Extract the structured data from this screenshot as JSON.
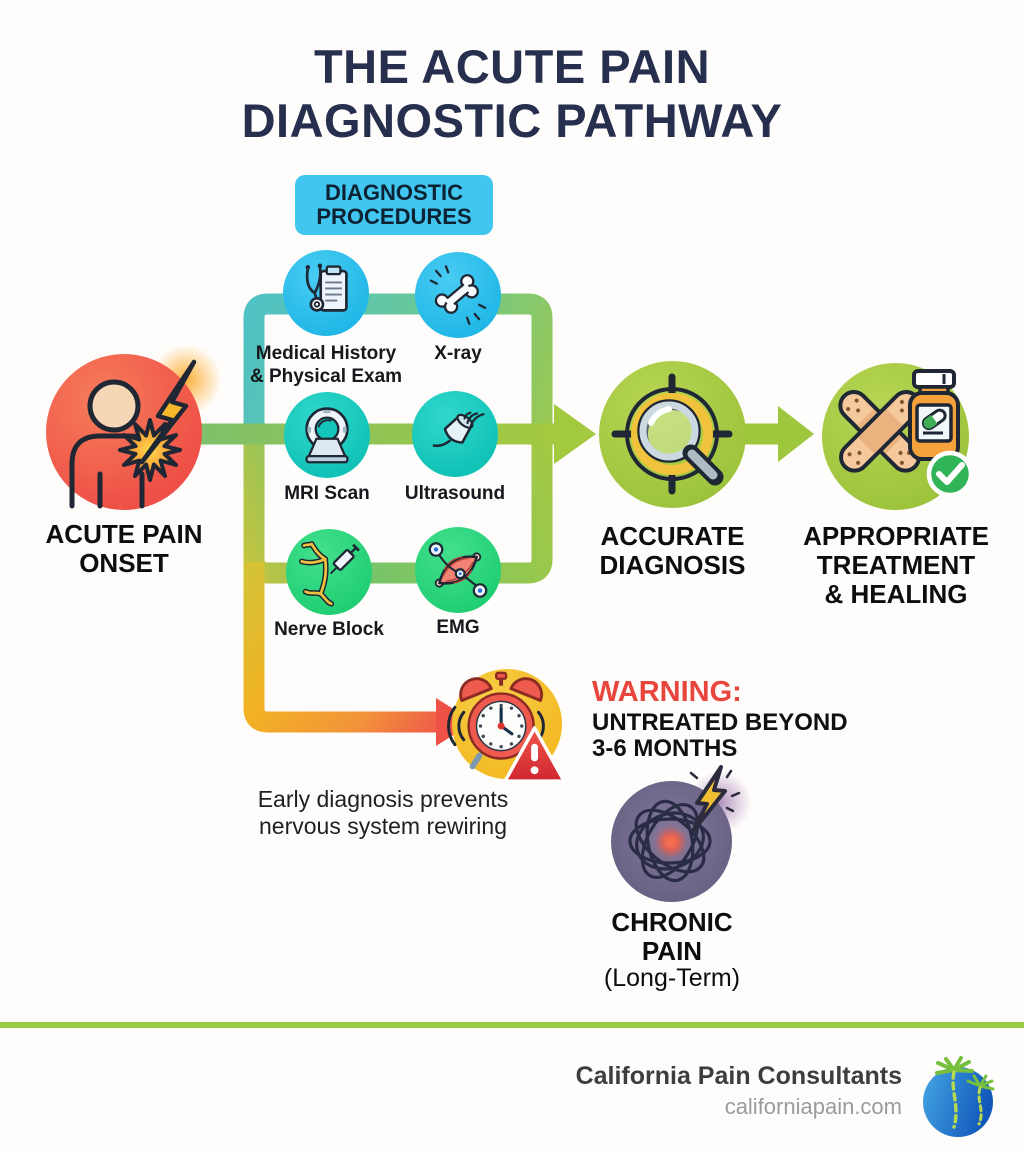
{
  "title": {
    "line1": "THE ACUTE PAIN",
    "line2": "DIAGNOSTIC PATHWAY"
  },
  "diagnostic_box": {
    "line1": "DIAGNOSTIC",
    "line2": "PROCEDURES"
  },
  "procedures": [
    {
      "name": "medical-history",
      "label": "Medical History\n& Physical Exam",
      "circle_color": "#2fc3ee"
    },
    {
      "name": "x-ray",
      "label": "X-ray",
      "circle_color": "#2fc3ee"
    },
    {
      "name": "mri-scan",
      "label": "MRI Scan",
      "circle_color": "#17cbc0"
    },
    {
      "name": "ultrasound",
      "label": "Ultrasound",
      "circle_color": "#17cbc0"
    },
    {
      "name": "nerve-block",
      "label": "Nerve Block",
      "circle_color": "#2bd87d"
    },
    {
      "name": "emg",
      "label": "EMG",
      "circle_color": "#2bd87d"
    }
  ],
  "nodes": {
    "acute_pain": {
      "label": "ACUTE PAIN\nONSET"
    },
    "accurate_diagnosis": {
      "label": "ACCURATE\nDIAGNOSIS"
    },
    "treatment": {
      "label": "APPROPRIATE\nTREATMENT\n& HEALING"
    },
    "chronic_pain": {
      "label": "CHRONIC\nPAIN",
      "sublabel": "(Long-Term)"
    }
  },
  "warning": {
    "title": "WARNING:",
    "line1": "UNTREATED BEYOND",
    "line2": "3-6 MONTHS",
    "note": "Early diagnosis prevents\nnervous system rewiring"
  },
  "footer": {
    "company": "California Pain Consultants",
    "website": "californiapain.com"
  },
  "colors": {
    "title_navy": "#262f4e",
    "cyan": "#2fc3ee",
    "teal": "#17cbc0",
    "green": "#2bd87d",
    "lime": "#9fc73d",
    "red_node": "#ee5145",
    "yellow": "#f5c230",
    "purple": "#6e6890",
    "warning_red": "#e8453c",
    "divider_green": "#9bcb40",
    "diag_box_cyan": "#41c6f0"
  }
}
